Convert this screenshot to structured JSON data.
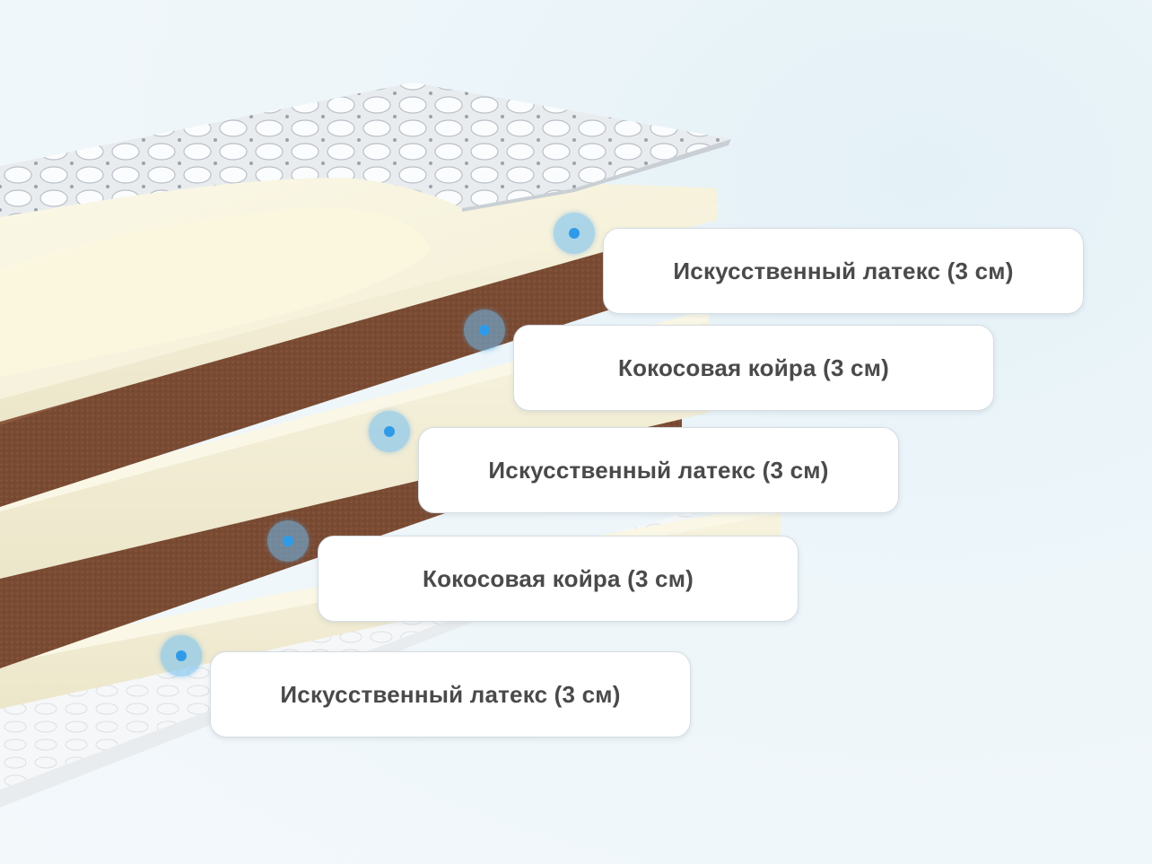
{
  "layers": [
    {
      "label": "Искусственный латекс (3 см)"
    },
    {
      "label": "Кокосовая койра (3 см)"
    },
    {
      "label": "Искусственный латекс (3 см)"
    },
    {
      "label": "Кокосовая койра (3 см)"
    },
    {
      "label": "Искусственный латекс (3 см)"
    }
  ],
  "colors": {
    "latex": "#f3efd9",
    "coir": "#7a4b33",
    "marker": "#2f9be8",
    "quilt": "#e7eaee"
  }
}
